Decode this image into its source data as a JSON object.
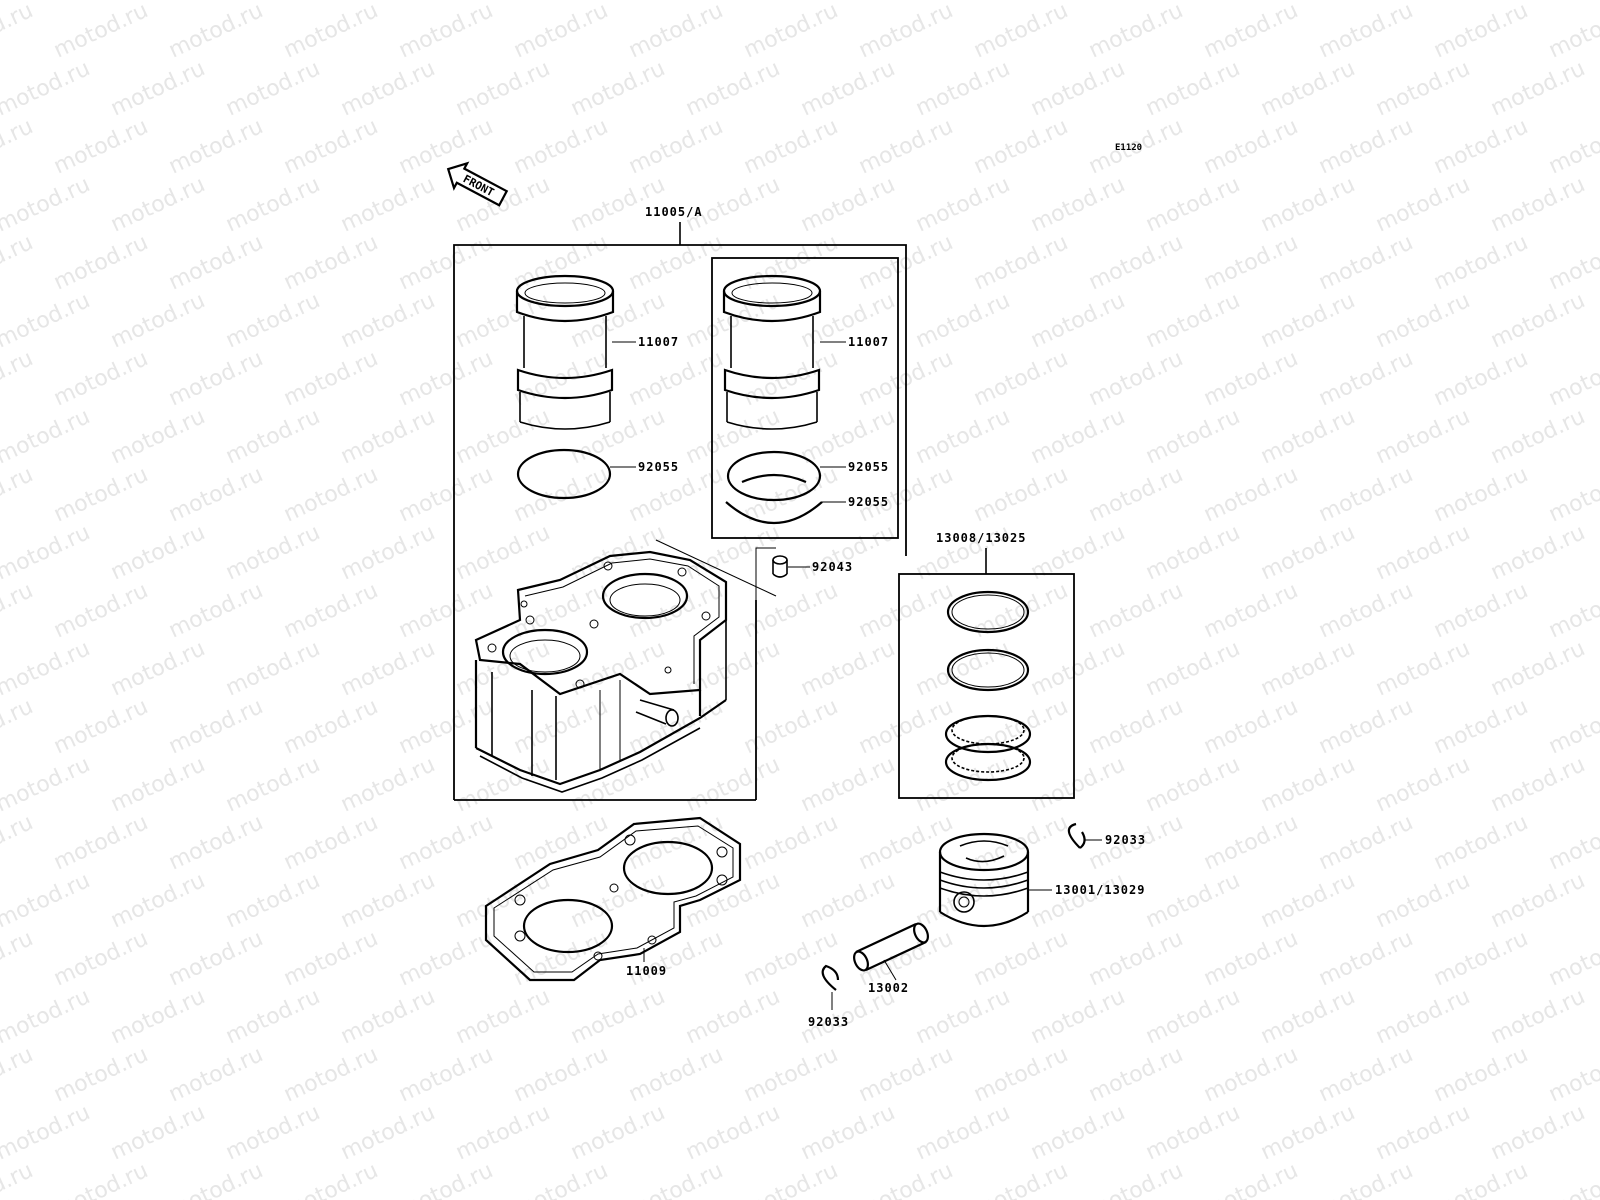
{
  "watermark": {
    "text": "motod.ru"
  },
  "diagram": {
    "code": "E1120",
    "front_label": "FRONT",
    "labels": {
      "cylinder_assy": "11005/A",
      "liner_left": "11007",
      "liner_right": "11007",
      "oring_left": "92055",
      "oring_right_upper": "92055",
      "oring_right_lower": "92055",
      "dowel_pin": "92043",
      "ring_set": "13008/13025",
      "piston": "13001/13029",
      "circlip_right": "92033",
      "circlip_left": "92033",
      "piston_pin": "13002",
      "base_gasket": "11009"
    }
  }
}
